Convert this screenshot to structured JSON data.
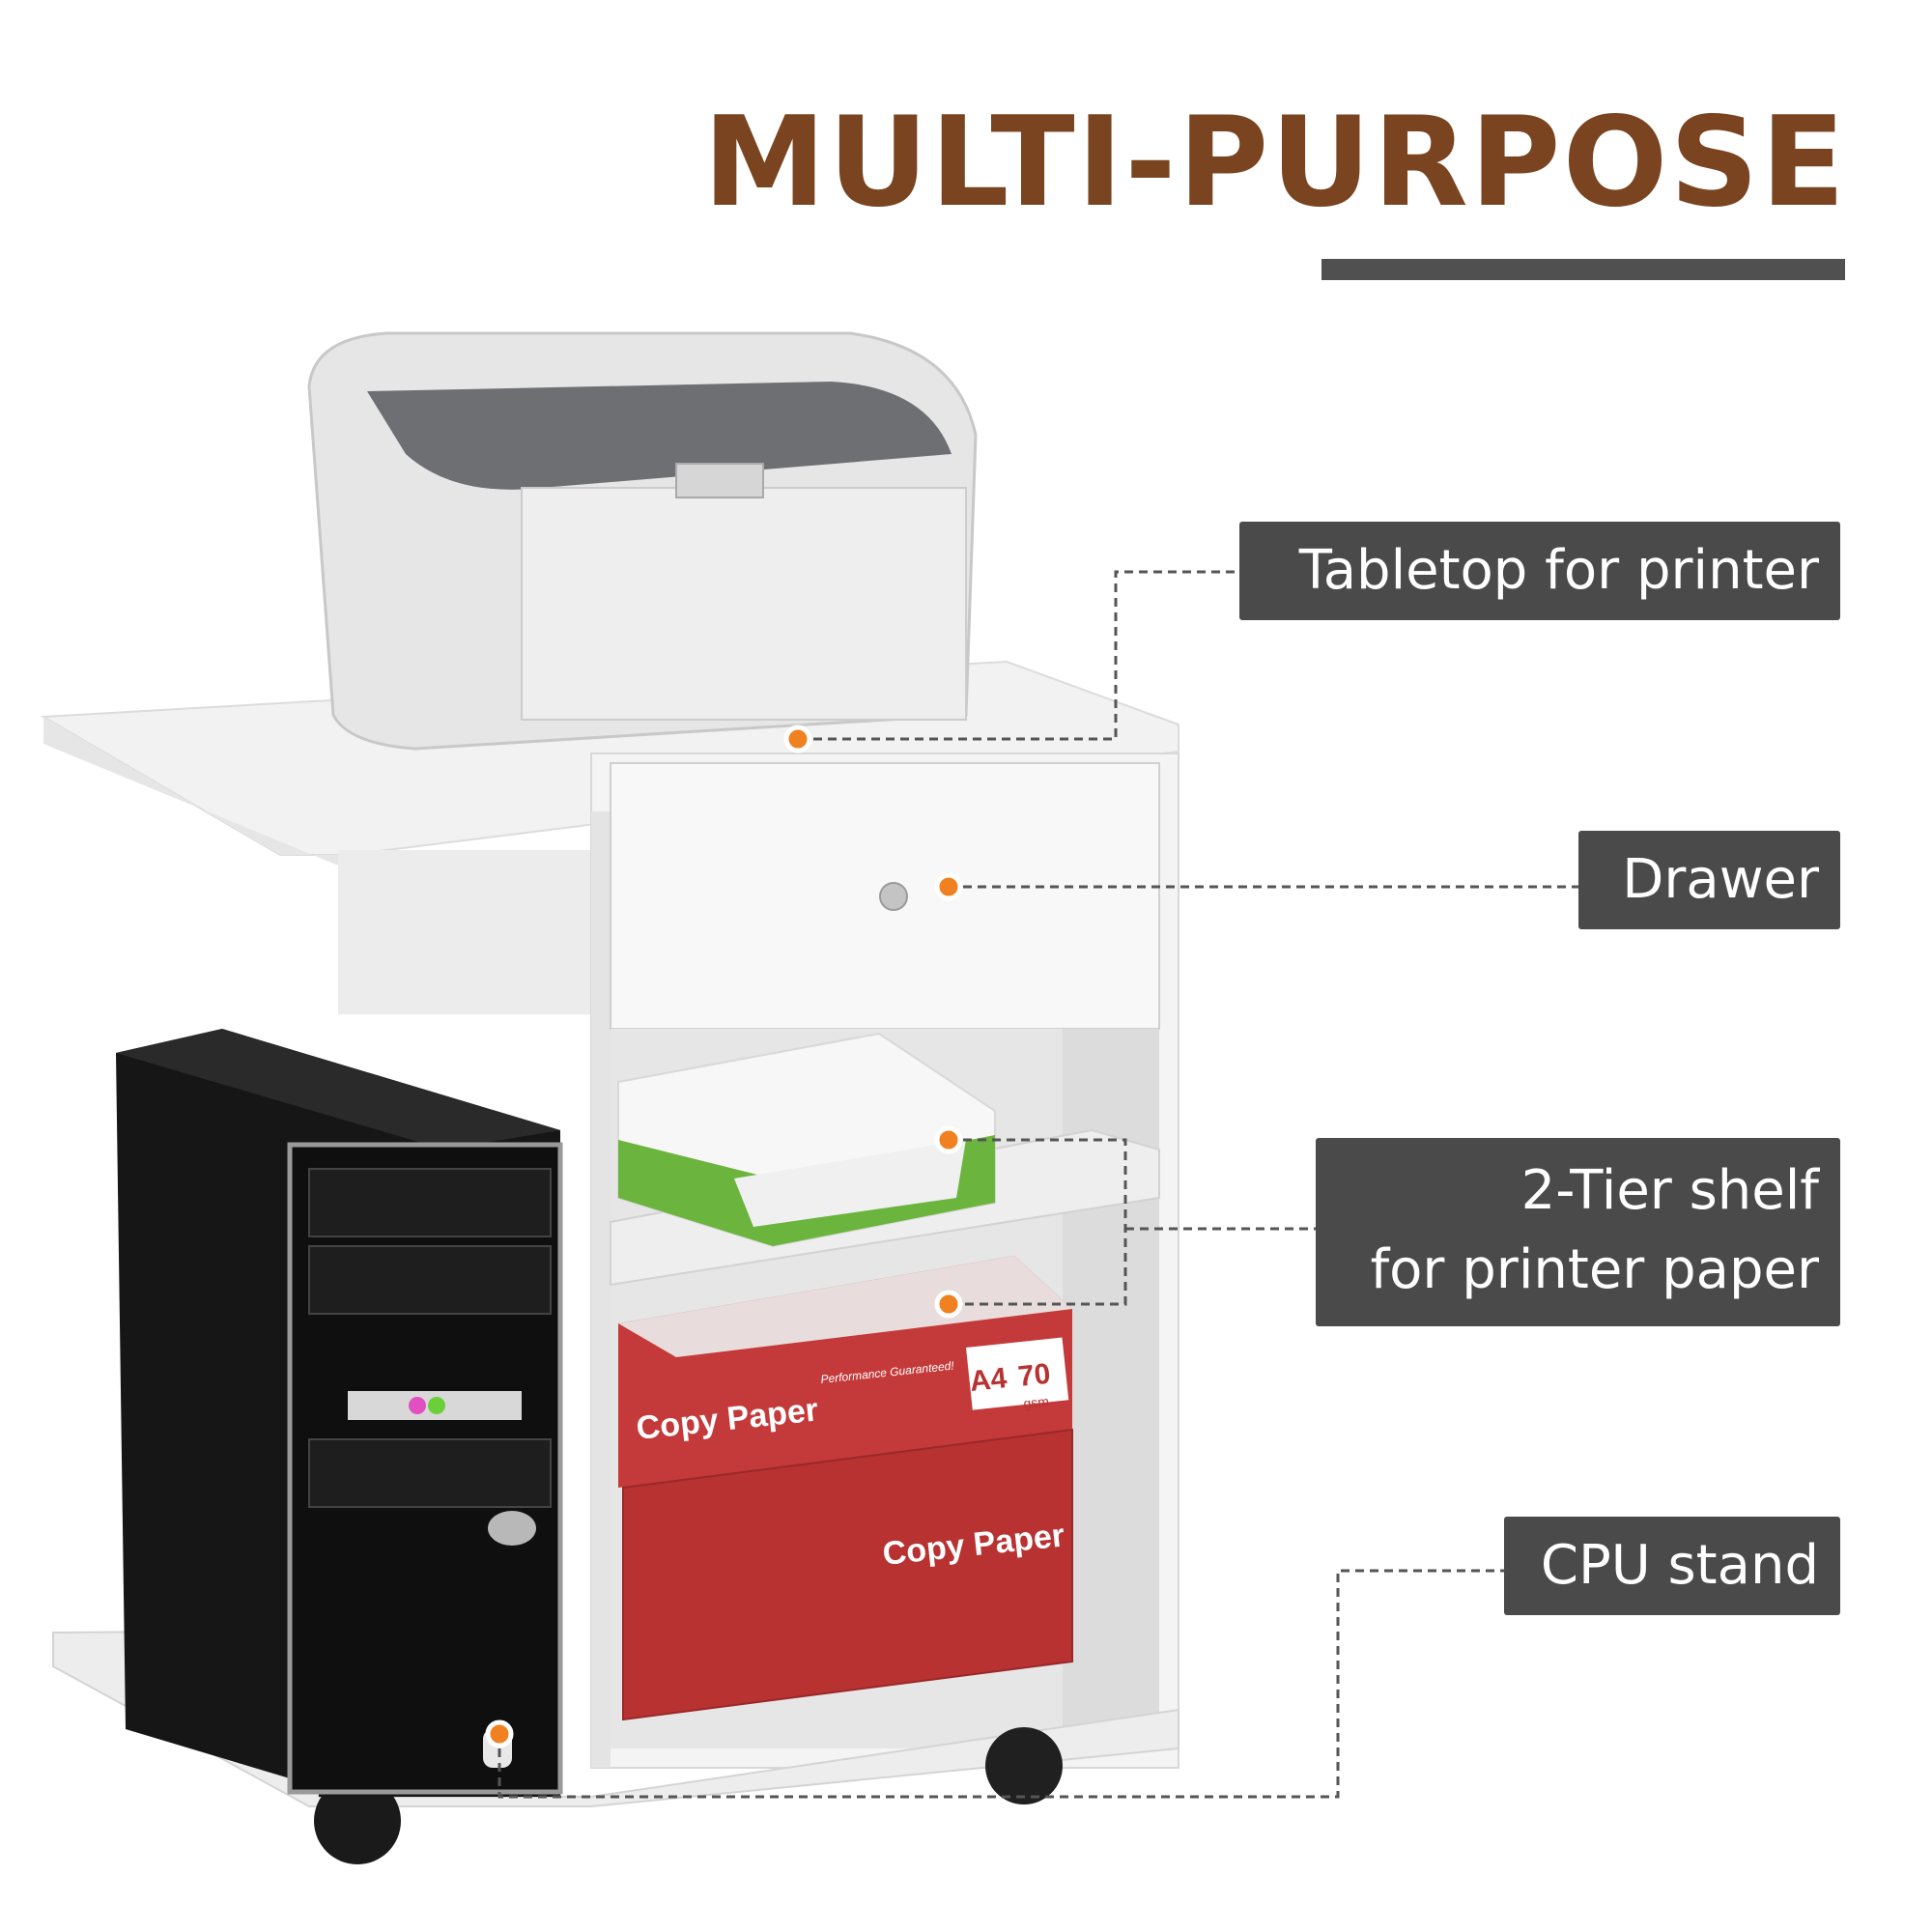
{
  "headline": {
    "text": "MULTI-PURPOSE",
    "color": "#7a4420"
  },
  "accent": {
    "bar_color": "#505050",
    "label_bg": "#4a4a4a",
    "callout_dot": "#f08020",
    "callout_line": "#555555"
  },
  "callouts": [
    {
      "id": "tabletop",
      "lines": [
        "Tabletop for printer"
      ]
    },
    {
      "id": "drawer",
      "lines": [
        "Drawer"
      ]
    },
    {
      "id": "shelf",
      "lines": [
        "2-Tier shelf",
        "for printer paper"
      ]
    },
    {
      "id": "cpu",
      "lines": [
        "CPU stand"
      ]
    }
  ],
  "product_text": {
    "paper_box_brand": "Copy Paper",
    "paper_box_size": "A4",
    "paper_box_weight": "70",
    "paper_box_weight_unit": "gsm",
    "paper_box_tagline": "Performance Guaranteed!"
  }
}
